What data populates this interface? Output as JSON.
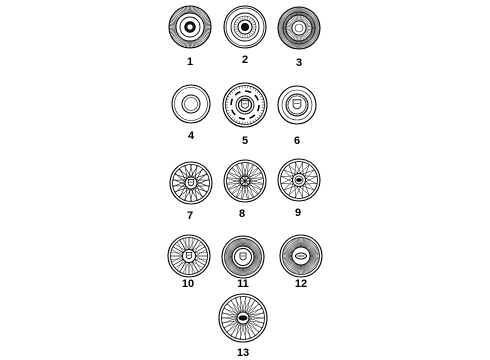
{
  "parts": [
    {
      "callout": "1",
      "style": "ribbed-rim-small-cap"
    },
    {
      "callout": "2",
      "style": "full-cover-emblem"
    },
    {
      "callout": "3",
      "style": "ribbed-rim-open-center"
    },
    {
      "callout": "4",
      "style": "plain-hubcap"
    },
    {
      "callout": "5",
      "style": "slotted-cover-crest"
    },
    {
      "callout": "6",
      "style": "small-hubcap-crest"
    },
    {
      "callout": "7",
      "style": "wire-spoke-crest"
    },
    {
      "callout": "8",
      "style": "wire-spoke-star-center"
    },
    {
      "callout": "9",
      "style": "wire-spoke-emblem"
    },
    {
      "callout": "10",
      "style": "wire-spoke-crest-slots"
    },
    {
      "callout": "11",
      "style": "ribbed-cover-crest"
    },
    {
      "callout": "12",
      "style": "ribbed-cover-oval-emblem"
    },
    {
      "callout": "13",
      "style": "fine-wire-spoke-emblem"
    }
  ]
}
